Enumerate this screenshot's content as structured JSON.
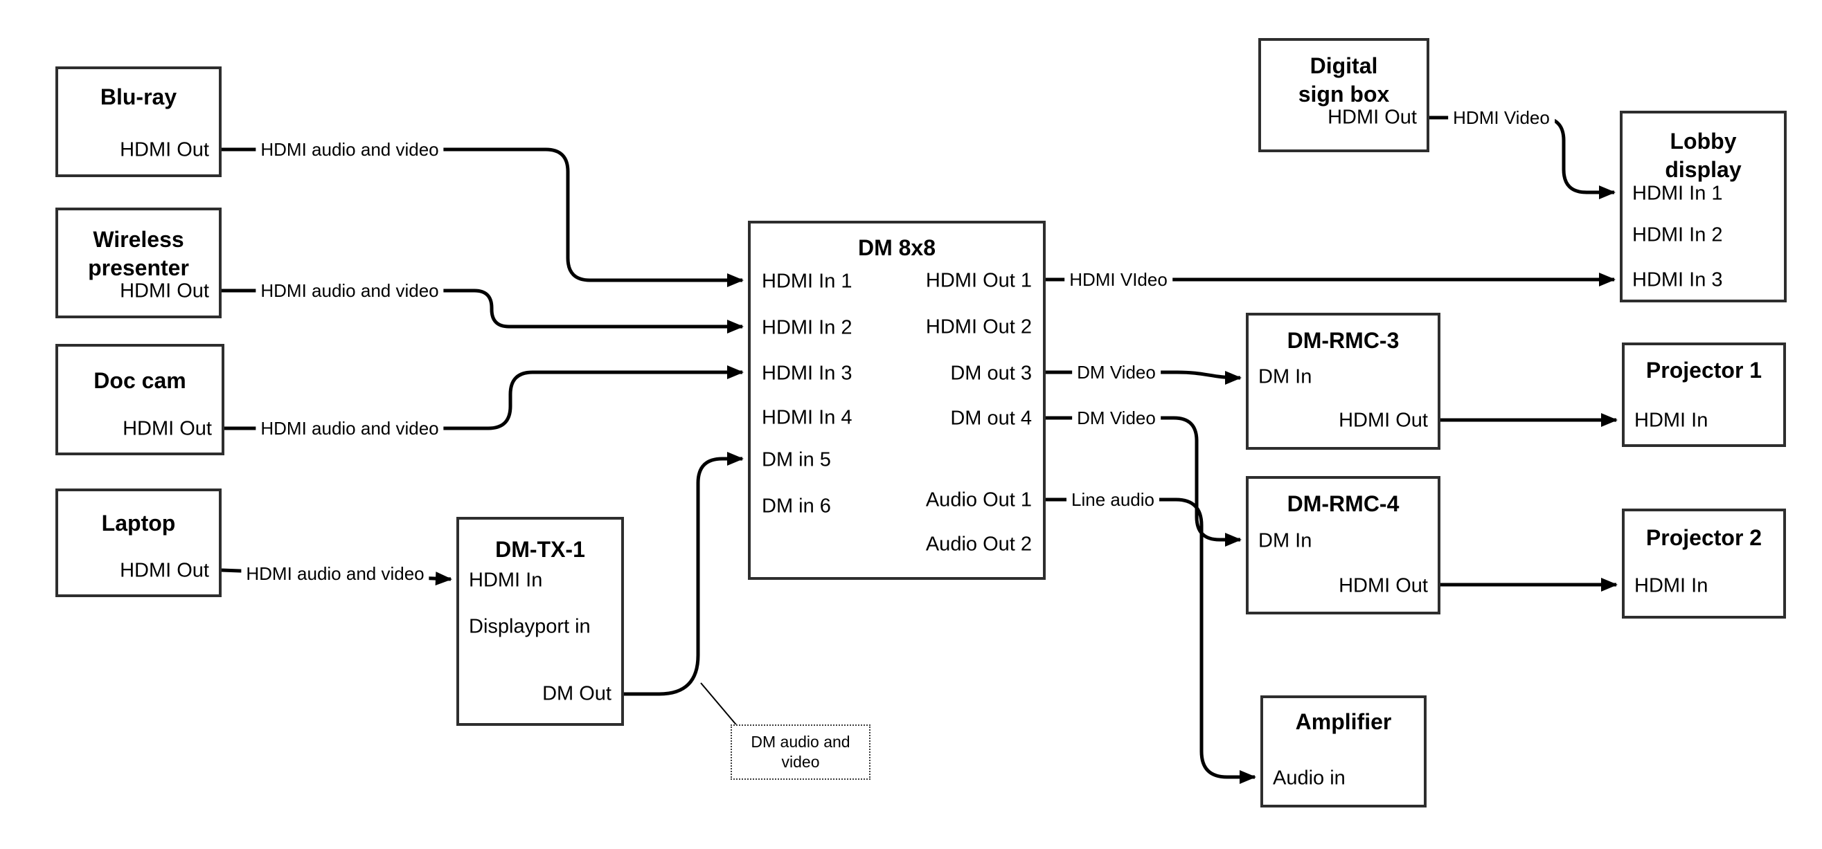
{
  "nodes": {
    "blu_ray": {
      "title": "Blu-ray",
      "ports": {
        "hdmi_out": "HDMI Out"
      }
    },
    "wireless_presenter": {
      "title": "Wireless presenter",
      "ports": {
        "hdmi_out": "HDMI Out"
      }
    },
    "doc_cam": {
      "title": "Doc cam",
      "ports": {
        "hdmi_out": "HDMI Out"
      }
    },
    "laptop": {
      "title": "Laptop",
      "ports": {
        "hdmi_out": "HDMI Out"
      }
    },
    "dm_tx_1": {
      "title": "DM-TX-1",
      "ports": {
        "hdmi_in": "HDMI In",
        "displayport_in": "Displayport in",
        "dm_out": "DM Out"
      }
    },
    "dm_8x8": {
      "title": "DM 8x8",
      "ports": {
        "hdmi_in_1": "HDMI In 1",
        "hdmi_in_2": "HDMI In 2",
        "hdmi_in_3": "HDMI In 3",
        "hdmi_in_4": "HDMI In 4",
        "dm_in_5": "DM in 5",
        "dm_in_6": "DM in 6",
        "hdmi_out_1": "HDMI Out 1",
        "hdmi_out_2": "HDMI Out 2",
        "dm_out_3": "DM out 3",
        "dm_out_4": "DM out 4",
        "audio_out_1": "Audio Out 1",
        "audio_out_2": "Audio Out 2"
      }
    },
    "digital_sign_box": {
      "title": "Digital sign box",
      "ports": {
        "hdmi_out": "HDMI Out"
      }
    },
    "lobby_display": {
      "title": "Lobby display",
      "ports": {
        "hdmi_in_1": "HDMI In 1",
        "hdmi_in_2": "HDMI In 2",
        "hdmi_in_3": "HDMI In 3"
      }
    },
    "dm_rmc_3": {
      "title": "DM-RMC-3",
      "ports": {
        "dm_in": "DM In",
        "hdmi_out": "HDMI Out"
      }
    },
    "projector_1": {
      "title": "Projector 1",
      "ports": {
        "hdmi_in": "HDMI In"
      }
    },
    "dm_rmc_4": {
      "title": "DM-RMC-4",
      "ports": {
        "dm_in": "DM In",
        "hdmi_out": "HDMI Out"
      }
    },
    "projector_2": {
      "title": "Projector 2",
      "ports": {
        "hdmi_in": "HDMI In"
      }
    },
    "amplifier": {
      "title": "Amplifier",
      "ports": {
        "audio_in": "Audio in"
      }
    }
  },
  "edge_labels": {
    "bluray_to_dm8x8": "HDMI audio and video",
    "wireless_to_dm8x8": "HDMI audio and video",
    "doccam_to_dm8x8": "HDMI audio and video",
    "laptop_to_dmtx1": "HDMI audio and video",
    "hdmiout1_to_lobby": "HDMI VIdeo",
    "digsign_to_lobby": "HDMI Video",
    "dmout3_to_rmc3": "DM Video",
    "dmout4_to_rmc4": "DM Video",
    "audioout1_to_amp": "Line audio"
  },
  "annotations": {
    "dm_av_note": "DM audio and video"
  },
  "connections": [
    {
      "from": "Blu-ray HDMI Out",
      "to": "DM 8x8 HDMI In 1",
      "label": "HDMI audio and video"
    },
    {
      "from": "Wireless presenter HDMI Out",
      "to": "DM 8x8 HDMI In 2",
      "label": "HDMI audio and video"
    },
    {
      "from": "Doc cam HDMI Out",
      "to": "DM 8x8 HDMI In 3",
      "label": "HDMI audio and video"
    },
    {
      "from": "Laptop HDMI Out",
      "to": "DM-TX-1 HDMI In",
      "label": "HDMI audio and video"
    },
    {
      "from": "DM-TX-1 DM Out",
      "to": "DM 8x8 DM in 5",
      "label": "DM audio and video"
    },
    {
      "from": "DM 8x8 HDMI Out 1",
      "to": "Lobby display HDMI In 3",
      "label": "HDMI VIdeo"
    },
    {
      "from": "Digital sign box HDMI Out",
      "to": "Lobby display HDMI In 1",
      "label": "HDMI Video"
    },
    {
      "from": "DM 8x8 DM out 3",
      "to": "DM-RMC-3 DM In",
      "label": "DM Video"
    },
    {
      "from": "DM 8x8 DM out 4",
      "to": "DM-RMC-4 DM In",
      "label": "DM Video"
    },
    {
      "from": "DM 8x8 Audio Out 1",
      "to": "Amplifier Audio in",
      "label": "Line audio"
    },
    {
      "from": "DM-RMC-3 HDMI Out",
      "to": "Projector 1 HDMI In",
      "label": ""
    },
    {
      "from": "DM-RMC-4 HDMI Out",
      "to": "Projector 2 HDMI In",
      "label": ""
    }
  ],
  "colors": {
    "background": "#ffffff",
    "line": "#000000",
    "box_border": "#2e2e2e",
    "text": "#000000"
  }
}
